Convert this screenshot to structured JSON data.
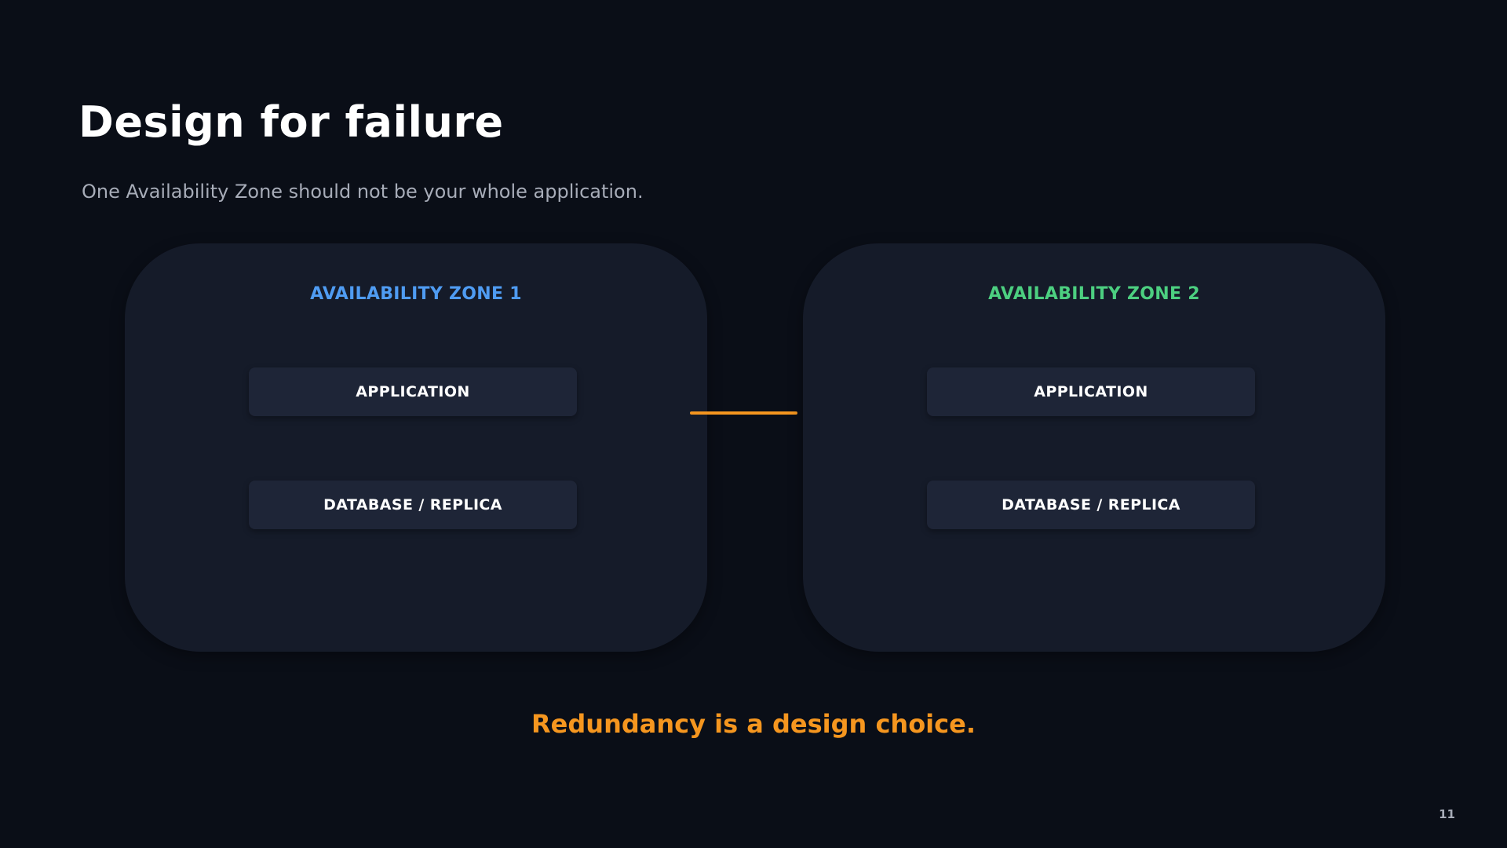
{
  "slide": {
    "title": "Design for failure",
    "subtitle": "One Availability Zone should not be your whole application.",
    "page_number": "11",
    "tagline": "Redundancy is a design choice."
  },
  "zones": [
    {
      "label": "AVAILABILITY ZONE 1",
      "label_color": "#4f9cf2",
      "boxes": [
        "APPLICATION",
        "DATABASE / REPLICA"
      ]
    },
    {
      "label": "AVAILABILITY ZONE 2",
      "label_color": "#4ccf80",
      "boxes": [
        "APPLICATION",
        "DATABASE / REPLICA"
      ]
    }
  ],
  "colors": {
    "background": "#0a0e17",
    "zone_panel": "#151b29",
    "component_box": "#1e2537",
    "accent": "#f5961f",
    "muted_text": "#a7acb8"
  }
}
